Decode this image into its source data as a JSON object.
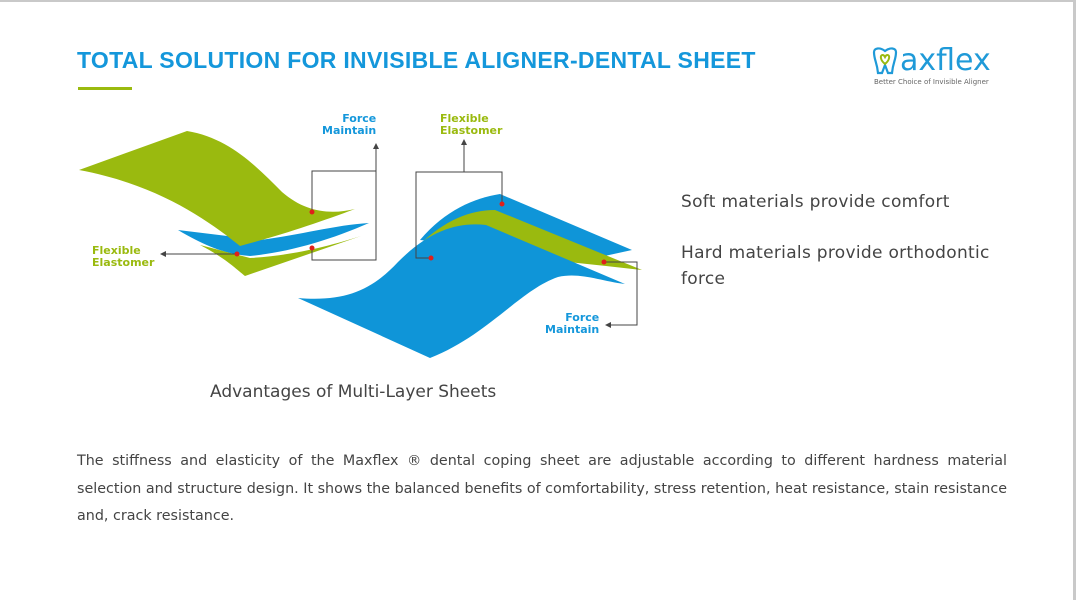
{
  "header": {
    "title": "TOTAL SOLUTION FOR INVISIBLE ALIGNER-DENTAL SHEET"
  },
  "logo": {
    "name": "Maxflex",
    "tagline": "Better Choice of Invisible Aligner"
  },
  "diagram": {
    "left": {
      "top_label_line1": "Force",
      "top_label_line2": "Maintain",
      "side_label_line1": "Flexible",
      "side_label_line2": "Elastomer"
    },
    "right": {
      "top_label_line1": "Flexible",
      "top_label_line2": "Elastomer",
      "side_label_line1": "Force",
      "side_label_line2": "Maintain"
    },
    "caption": "Advantages of Multi-Layer Sheets",
    "colors": {
      "blue": "#0f95d8",
      "green": "#9aba0f",
      "dot": "#e0201b"
    }
  },
  "points": [
    "Soft materials provide comfort",
    "Hard materials provide orthodontic force"
  ],
  "description": "The stiffness and elasticity of the Maxflex ® dental coping sheet are adjustable according to different hardness material selection and structure design. It shows the balanced benefits of comfortability, stress retention, heat resistance, stain resistance and, crack resistance."
}
